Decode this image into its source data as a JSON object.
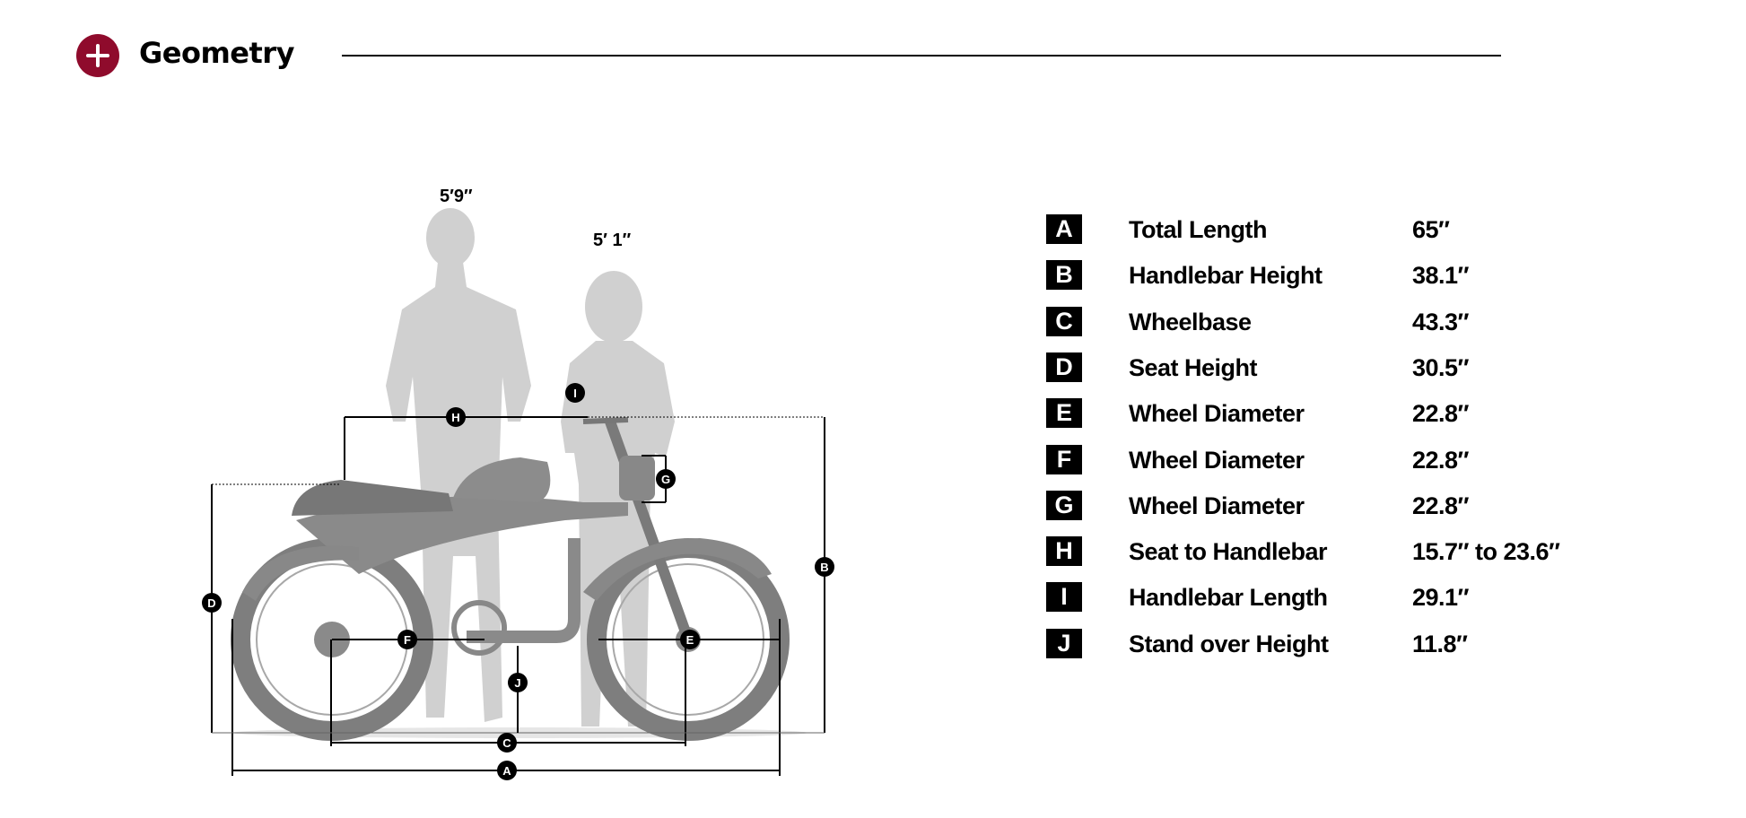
{
  "header": {
    "title": "Geometry",
    "accent": "#8f0b2c"
  },
  "rider_heights": {
    "tall": "5′9″",
    "short": "5′ 1″"
  },
  "specs": [
    {
      "letter": "A",
      "label": "Total Length",
      "value": "65″"
    },
    {
      "letter": "B",
      "label": "Handlebar  Height",
      "value": "38.1″"
    },
    {
      "letter": "C",
      "label": "Wheelbase",
      "value": "43.3″"
    },
    {
      "letter": "D",
      "label": "Seat  Height",
      "value": "30.5″"
    },
    {
      "letter": "E",
      "label": "Wheel  Diameter",
      "value": "22.8″"
    },
    {
      "letter": "F",
      "label": "Wheel  Diameter",
      "value": "22.8″"
    },
    {
      "letter": "G",
      "label": "Wheel  Diameter",
      "value": "22.8″"
    },
    {
      "letter": "H",
      "label": "Seat to Handlebar",
      "value": "15.7″  to 23.6″"
    },
    {
      "letter": "I",
      "label": "Handlebar   Length",
      "value": "29.1″"
    },
    {
      "letter": "J",
      "label": "Stand over Height",
      "value": "11.8″"
    }
  ]
}
